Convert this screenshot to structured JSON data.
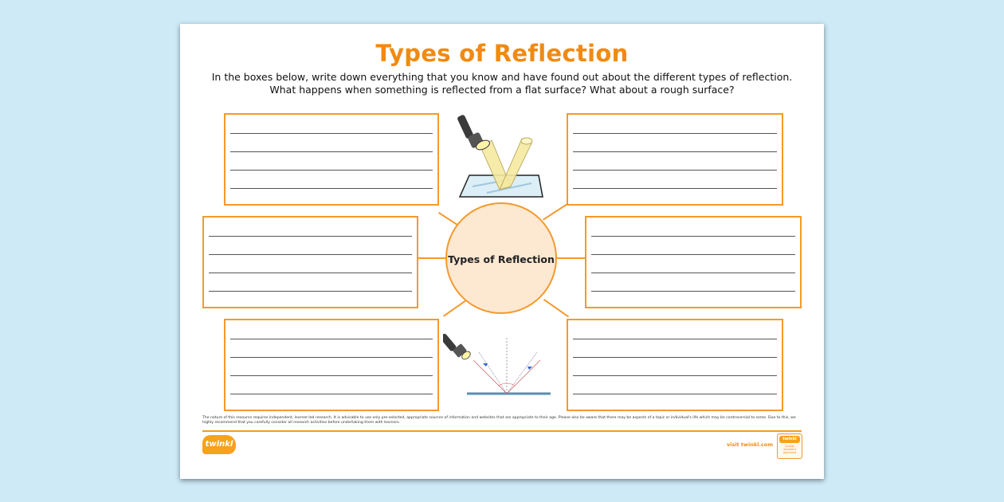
{
  "worksheet": {
    "title": "Types of Reflection",
    "intro": "In the boxes below, write down everything that you know and have found out about the different types of reflection. What happens when something is reflected from a flat surface? What about a rough surface?",
    "center_label": "Types of Reflection",
    "boxes": [
      {
        "position": "top-left",
        "lines": 4
      },
      {
        "position": "top-right",
        "lines": 4
      },
      {
        "position": "middle-left",
        "lines": 4
      },
      {
        "position": "middle-right",
        "lines": 4
      },
      {
        "position": "bottom-left",
        "lines": 4
      },
      {
        "position": "bottom-right",
        "lines": 4
      }
    ],
    "images": [
      {
        "name": "torch-reflection-mirror-illustration",
        "icon": "torch-icon"
      },
      {
        "name": "reflection-diagram-illustration",
        "icon": "torch-icon"
      }
    ]
  },
  "footer": {
    "disclaimer": "The nature of this resource requires independent, learner-led research. It is advisable to use only pre-selected, appropriate sources of information and websites that are appropriate to their age. Please also be aware that there may be aspects of a topic or individual's life which may be controversial to some. Due to this, we highly recommend that you carefully consider all research activities before undertaking them with learners.",
    "logo_text": "twinkl",
    "visit_text": "visit twinkl.com",
    "badge_top": "twinkl",
    "badge_text": "Quality Standard Approved"
  },
  "colors": {
    "accent": "#f39a2c",
    "title": "#f08a12",
    "background": "#cdeaf6",
    "center_fill": "#fde8d2"
  }
}
